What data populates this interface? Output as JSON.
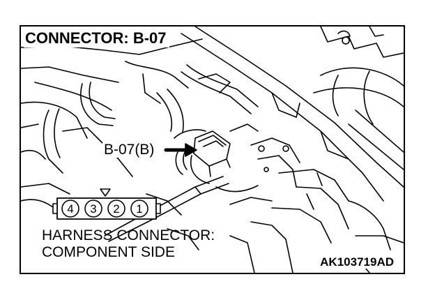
{
  "figure": {
    "title": "CONNECTOR: B-07",
    "callout_label": "B-07(B)",
    "harness_label_line1": "HARNESS CONNECTOR:",
    "harness_label_line2": "COMPONENT SIDE",
    "figure_id": "AK103719AD",
    "pins": [
      "4",
      "3",
      "2",
      "1"
    ]
  },
  "colors": {
    "line": "#000000",
    "background": "#ffffff"
  }
}
